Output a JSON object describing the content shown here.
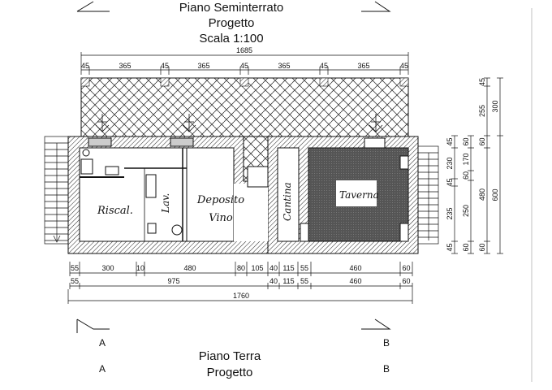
{
  "header": {
    "title": "Piano Seminterrato",
    "subtitle": "Progetto",
    "scale": "Scala 1:100"
  },
  "footer": {
    "title": "Piano Terra",
    "subtitle": "Progetto"
  },
  "section_marks": {
    "left": "A",
    "right": "B"
  },
  "rooms": {
    "riscal": "Riscal.",
    "lav": "Lav.",
    "deposito_1": "Deposito",
    "deposito_2": "Vino",
    "cantina": "Cantina",
    "taverna": "Taverna"
  },
  "dims_top": {
    "total": "1685",
    "segments": [
      "45",
      "365",
      "45",
      "365",
      "45",
      "365",
      "45",
      "365",
      "45"
    ]
  },
  "dims_bottom": {
    "row1": [
      "55",
      "300",
      "10",
      "480",
      "80",
      "105",
      "40",
      "115",
      "55",
      "460",
      "60"
    ],
    "row2": [
      "55",
      "975",
      "40",
      "115",
      "55",
      "460",
      "60"
    ],
    "total": "1760"
  },
  "dims_right": {
    "col1": [
      "45",
      "230",
      "45",
      "235",
      "45"
    ],
    "col2": [
      "60",
      "170",
      "60",
      "250",
      "60"
    ],
    "col3": [
      "45",
      "255",
      "60",
      "480",
      "60"
    ],
    "col4": [
      "300",
      "600"
    ]
  },
  "colors": {
    "line": "#111111",
    "taverna_fill": "#5a5a5a"
  }
}
